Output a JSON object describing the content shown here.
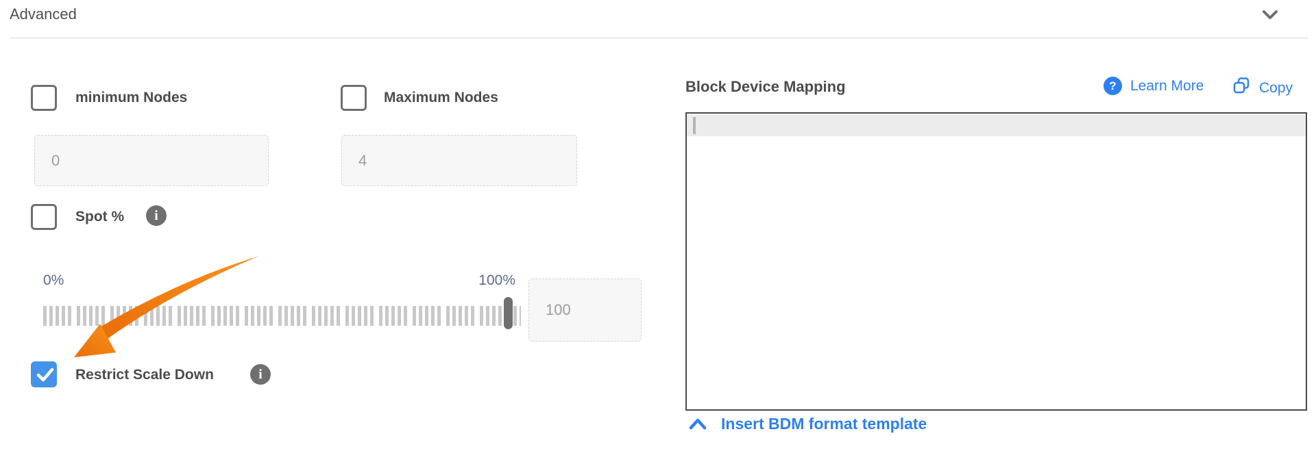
{
  "header": {
    "title": "Advanced"
  },
  "panel": {
    "min_nodes_label": "minimum Nodes",
    "min_nodes_value": "0",
    "max_nodes_label": "Maximum Nodes",
    "max_nodes_value": "4",
    "spot_label": "Spot %",
    "slider_min_label": "0%",
    "slider_max_label": "100%",
    "spot_percent_value": "100",
    "restrict_label": "Restrict Scale Down"
  },
  "bdm": {
    "title": "Block Device Mapping",
    "learn_more_label": "Learn More",
    "copy_label": "Copy",
    "editor_value": "",
    "insert_template_label": "Insert BDM format template"
  },
  "icons": {
    "info_glyph": "i",
    "question_glyph": "?"
  },
  "colors": {
    "accent_blue": "#2e7ff2",
    "checkbox_checked_blue": "#4593e8",
    "arrow_orange": "#f07c12",
    "text_dark": "#4c4c4c",
    "slider_label_blue_gray": "#5b6b8f"
  }
}
